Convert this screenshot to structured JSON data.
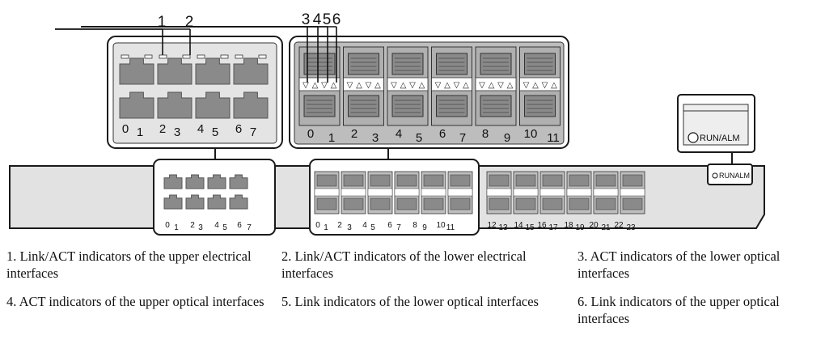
{
  "callouts": [
    "1",
    "2",
    "3",
    "4",
    "5",
    "6"
  ],
  "top_electrical_ports": [
    "0",
    "1",
    "2",
    "3",
    "4",
    "5",
    "6",
    "7"
  ],
  "top_optical_ports": [
    "0",
    "1",
    "2",
    "3",
    "4",
    "5",
    "6",
    "7",
    "8",
    "9",
    "10",
    "11"
  ],
  "small_electrical_ports": [
    "0",
    "1",
    "2",
    "3",
    "4",
    "5",
    "6",
    "7"
  ],
  "small_optical_ports_a": [
    "0",
    "1",
    "2",
    "3",
    "4",
    "5",
    "6",
    "7",
    "8",
    "9",
    "10",
    "11"
  ],
  "small_optical_ports_b": [
    "12",
    "13",
    "14",
    "15",
    "16",
    "17",
    "18",
    "19",
    "20",
    "21",
    "22",
    "23"
  ],
  "indicator_label_large": "RUN/ALM",
  "indicator_label_small": "RUNALM",
  "legend": [
    "1. Link/ACT indicators of the upper electrical interfaces",
    "2. Link/ACT indicators of the lower electrical interfaces",
    "3. ACT indicators of the lower optical interfaces",
    "4. ACT indicators of the upper optical interfaces",
    "5. Link indicators of the lower optical interfaces",
    "6. Link indicators of the upper optical interfaces"
  ],
  "colors": {
    "panel": "#e2e2e2",
    "port": "#8a8a8a",
    "optical_bg": "#bdbdbd",
    "outline": "#1a1a1a"
  }
}
